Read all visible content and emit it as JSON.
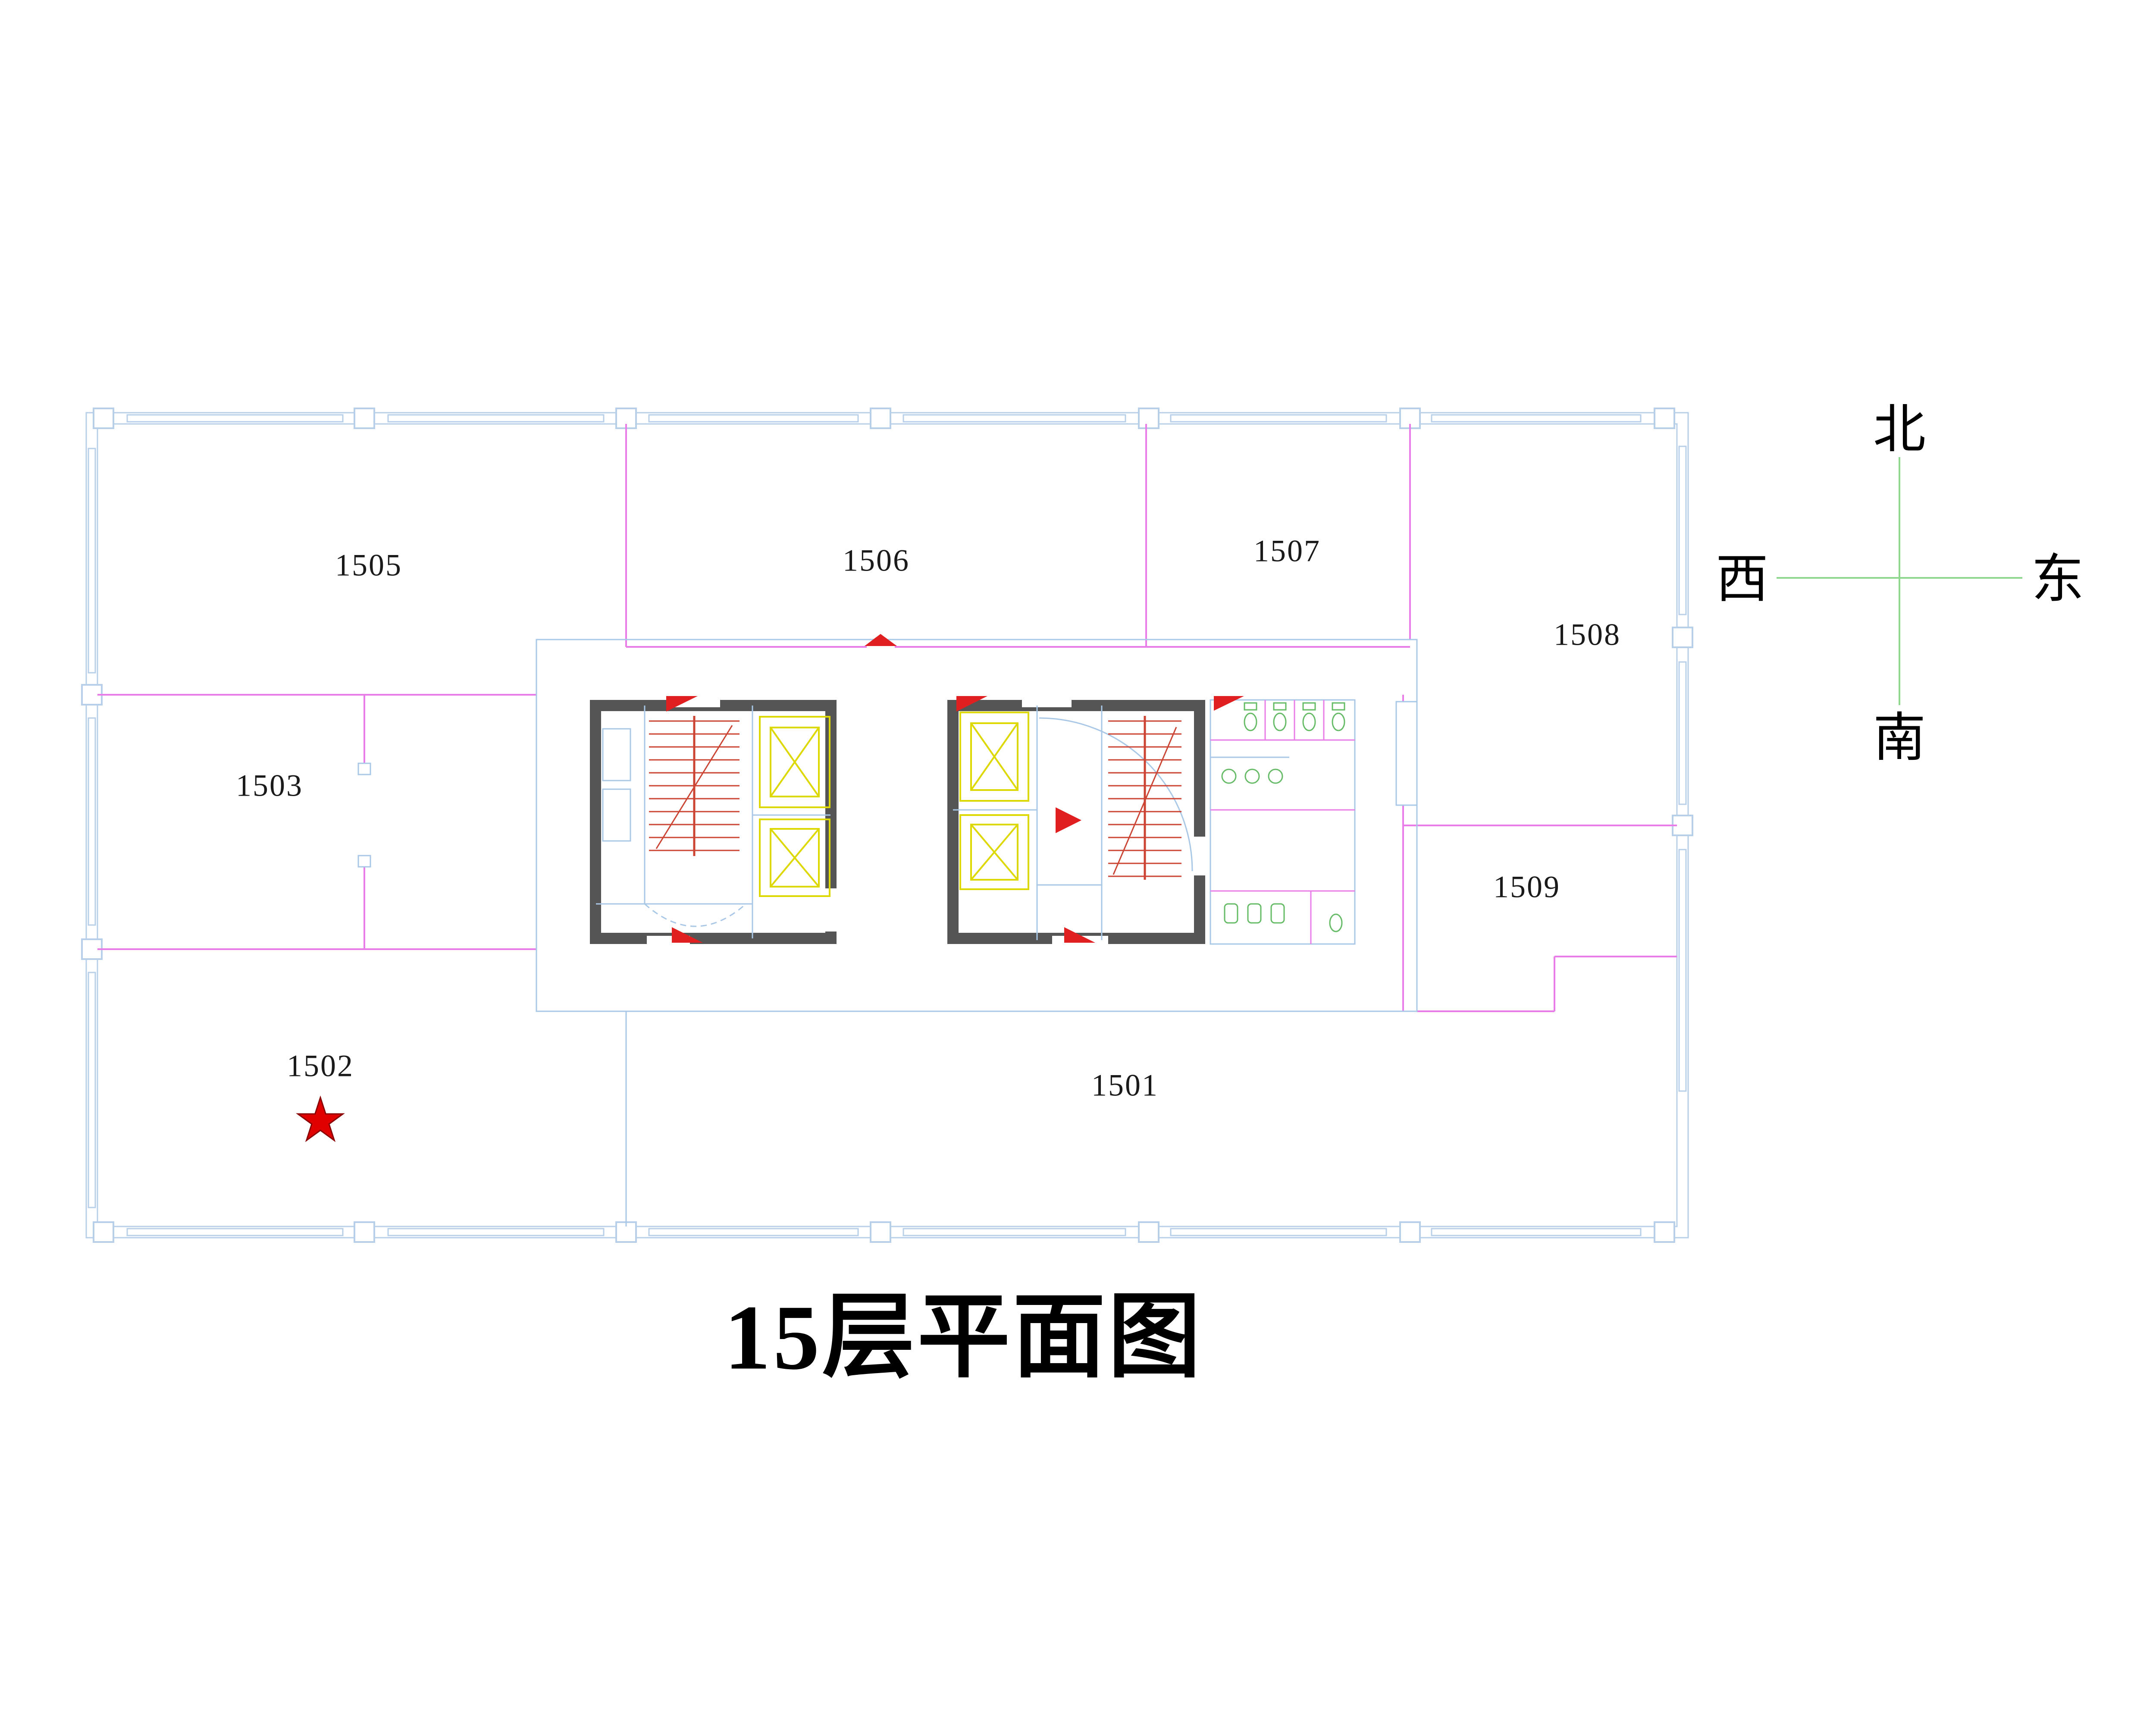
{
  "title": "15层平面图",
  "compass": {
    "north": "北",
    "south": "南",
    "west": "西",
    "east": "东"
  },
  "rooms": [
    {
      "number": "1505"
    },
    {
      "number": "1506"
    },
    {
      "number": "1507"
    },
    {
      "number": "1508"
    },
    {
      "number": "1503"
    },
    {
      "number": "1509"
    },
    {
      "number": "1502"
    },
    {
      "number": "1501"
    }
  ],
  "marker": {
    "room": "1502",
    "shape": "red-star"
  },
  "colors": {
    "exterior_wall": "#b8cfe9",
    "interior_line": "#a9c7e6",
    "partition": "#e87de8",
    "core_wall": "#555555",
    "elevator": "#ddd800",
    "stair": "#cc4433",
    "fixture": "#66bb66",
    "compass_axis": "#90d890",
    "marker_red": "#e00000"
  }
}
